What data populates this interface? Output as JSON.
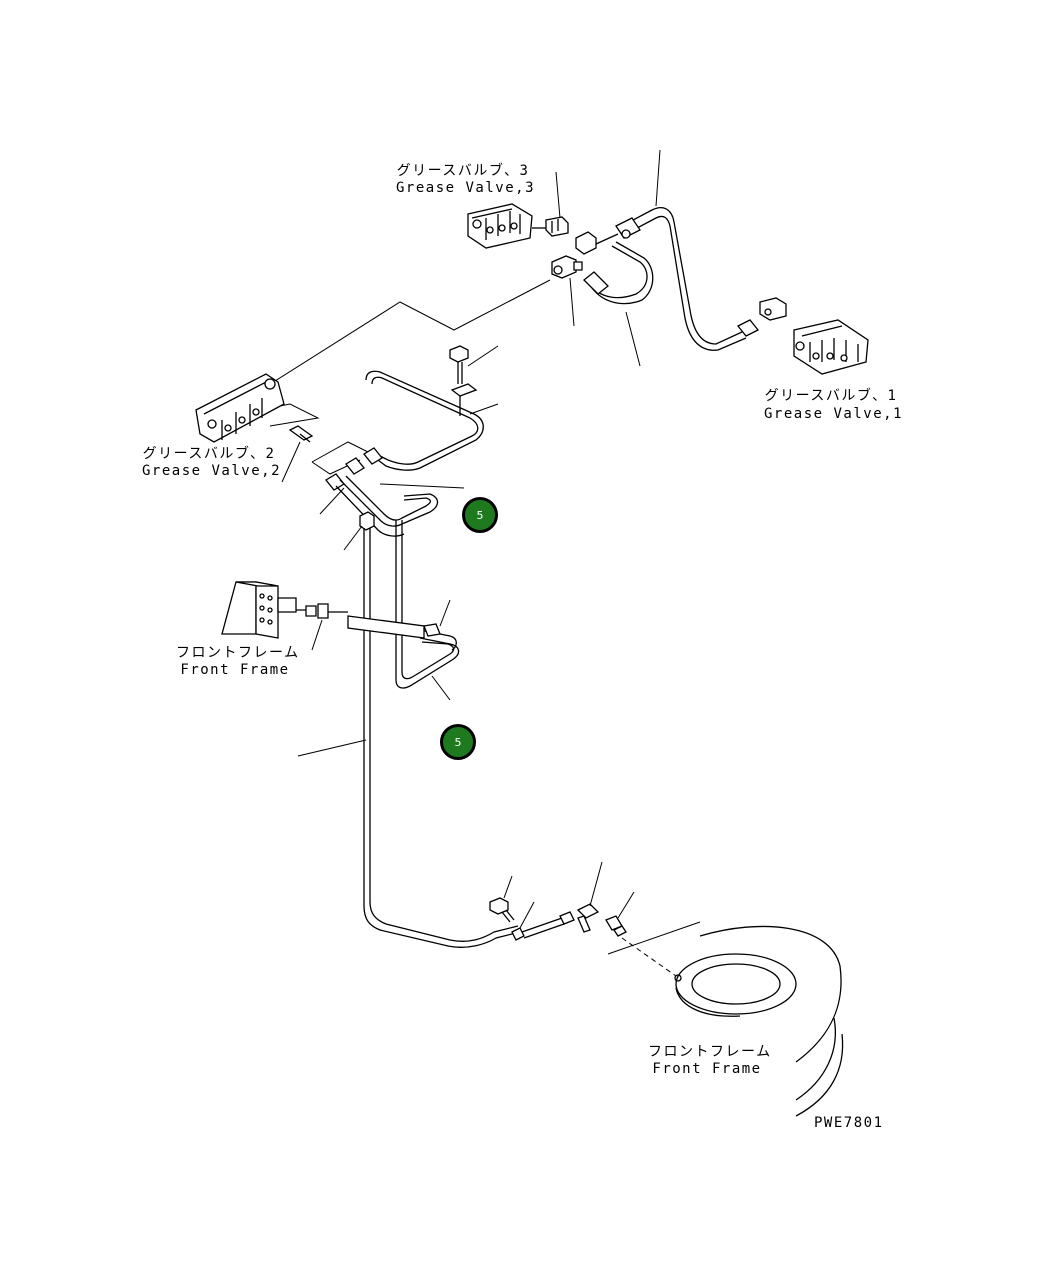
{
  "labels": {
    "grease_valve_3_jp": "グリースバルブ、3",
    "grease_valve_3_en": "Grease Valve,3",
    "grease_valve_1_jp": "グリースバルブ、1",
    "grease_valve_1_en": "Grease Valve,1",
    "grease_valve_2_jp": "グリースバルブ、2",
    "grease_valve_2_en": "Grease Valve,2",
    "front_frame_1_jp": "フロントフレーム",
    "front_frame_1_en": "Front Frame",
    "front_frame_2_jp": "フロントフレーム",
    "front_frame_2_en": "Front Frame",
    "drawing_code": "PWE7801"
  },
  "hotspots": [
    {
      "number": "5",
      "color": "#1f7a1f"
    },
    {
      "number": "5",
      "color": "#1f7a1f"
    }
  ]
}
